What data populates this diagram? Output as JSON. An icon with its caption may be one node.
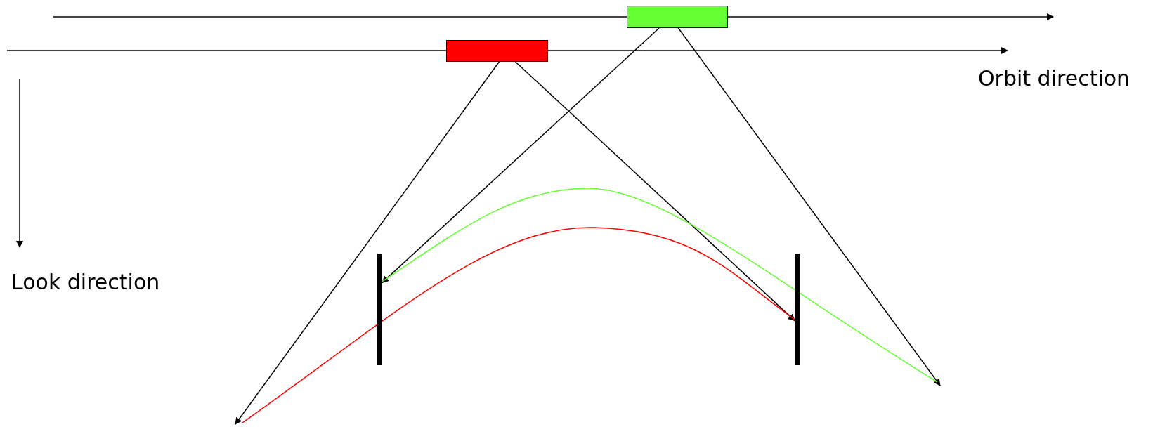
{
  "diagram": {
    "nodes": [
      {
        "text": [],
        "shape": "box"
      },
      {
        "text": [],
        "shape": "box"
      },
      {
        "text": [],
        "shape": "bar"
      },
      {
        "text": [],
        "shape": "bar"
      }
    ],
    "edges": [
      {
        "from": 1,
        "to": null,
        "arrow": "to"
      },
      {
        "from": 1,
        "to": 3,
        "arrow": "to"
      },
      {
        "from": 0,
        "to": 2,
        "arrow": "to"
      },
      {
        "from": 0,
        "to": null,
        "arrow": "to"
      },
      {
        "from": null,
        "to": 3,
        "arrow": "none",
        "color": "#ff0000"
      },
      {
        "from": 2,
        "to": null,
        "arrow": "none",
        "color": "#66ff33"
      }
    ],
    "labels": [
      "Orbit direction",
      "Look direction"
    ]
  }
}
